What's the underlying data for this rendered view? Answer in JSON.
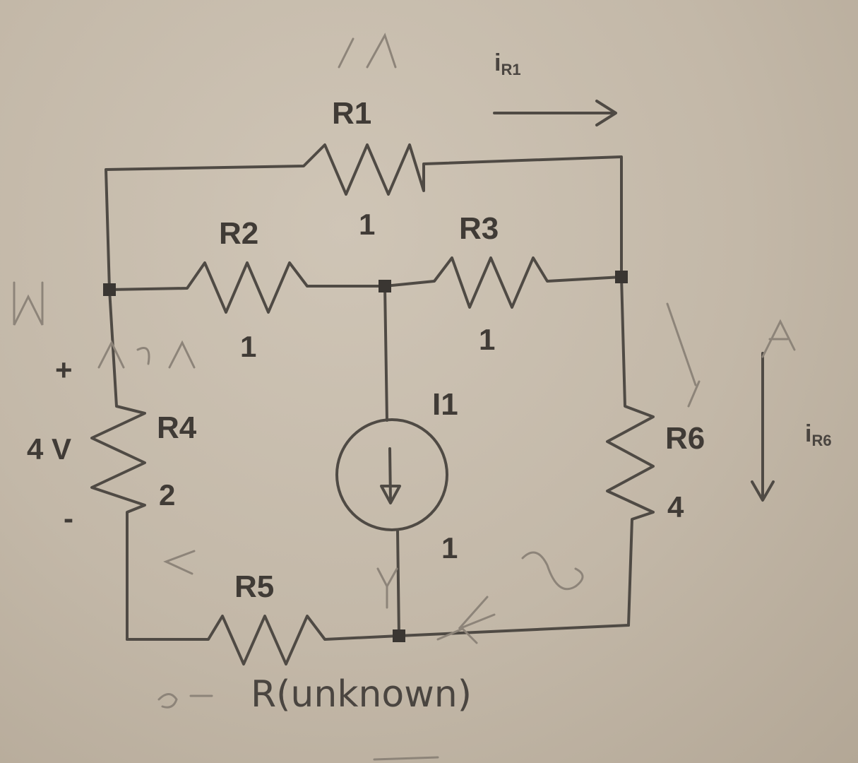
{
  "components": {
    "r1": {
      "name": "R1",
      "value": "1"
    },
    "r2": {
      "name": "R2",
      "value": "1"
    },
    "r3": {
      "name": "R3",
      "value": "1"
    },
    "r4": {
      "name": "R4",
      "value": "2"
    },
    "r5": {
      "name": "R5",
      "value": "R(unknown)"
    },
    "r6": {
      "name": "R6",
      "value": "4"
    },
    "i1": {
      "name": "I1",
      "value": "1"
    }
  },
  "voltage": {
    "value": "4 V",
    "plus": "+",
    "minus": "-"
  },
  "currents": {
    "ir1": {
      "main": "i",
      "sub": "R1"
    },
    "ir6": {
      "main": "i",
      "sub": "R6"
    }
  },
  "colors": {
    "ink": "#4f4a44",
    "paper": "#c8bdae"
  }
}
